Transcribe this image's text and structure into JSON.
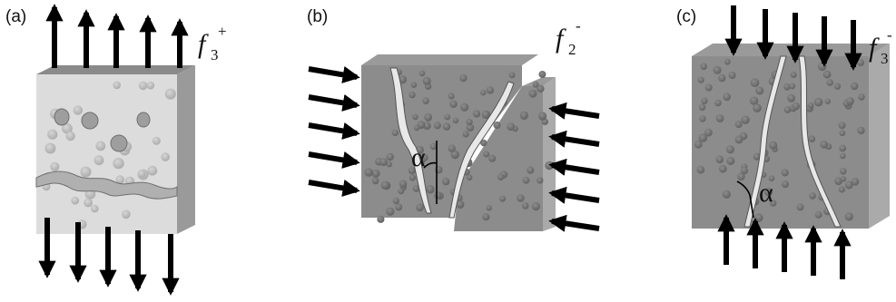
{
  "panels": [
    {
      "id": "a",
      "label": "(a)",
      "force": "f",
      "subscript": "3",
      "superscript": "+"
    },
    {
      "id": "b",
      "label": "(b)",
      "force": "f",
      "subscript": "2",
      "superscript": "-",
      "angle": "α"
    },
    {
      "id": "c",
      "label": "(c)",
      "force": "f",
      "subscript": "3",
      "superscript": "-",
      "angle": "α"
    }
  ]
}
